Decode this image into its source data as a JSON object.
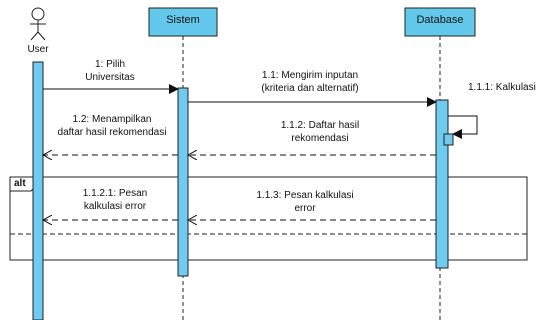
{
  "actors": {
    "user": {
      "label": "User"
    }
  },
  "lifelines": {
    "sistem": {
      "label": "Sistem"
    },
    "database": {
      "label": "Database"
    }
  },
  "fragment": {
    "label": "alt"
  },
  "messages": {
    "m1": {
      "line1": "1: Pilih",
      "line2": "Universitas"
    },
    "m1_1": {
      "line1": "1.1: Mengirim inputan",
      "line2": "(kriteria dan alternatif)"
    },
    "m1_1_1": {
      "line1": "1.1.1: Kalkulasi"
    },
    "m1_1_2": {
      "line1": "1.1.2: Daftar hasil",
      "line2": "rekomendasi"
    },
    "m1_2": {
      "line1": "1.2: Menampilkan",
      "line2": "daftar hasil rekomendasi"
    },
    "m1_1_3": {
      "line1": "1.1.3: Pesan kalkulasi",
      "line2": "error"
    },
    "m1_1_2_1": {
      "line1": "1.1.2.1: Pesan",
      "line2": "kalkulasi error"
    }
  },
  "colors": {
    "lifeline_fill": "#63c9ec",
    "activation_fill": "#6fcbef",
    "stroke": "#222222"
  }
}
